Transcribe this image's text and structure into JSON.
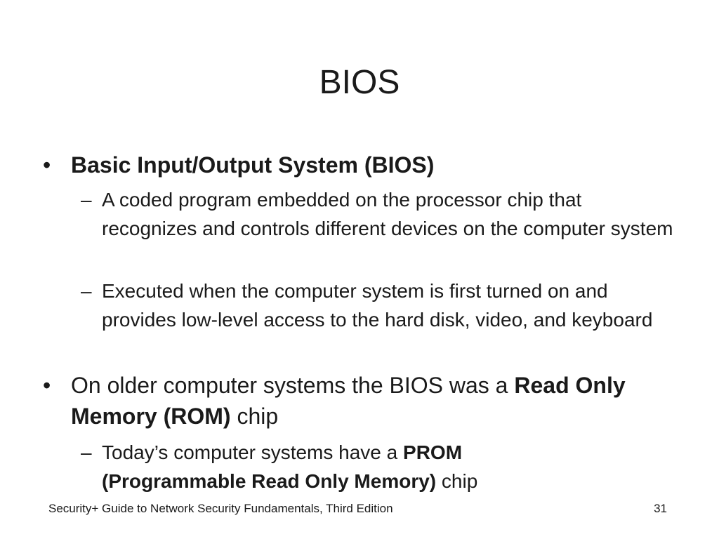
{
  "slide": {
    "title": "BIOS",
    "bullets": [
      {
        "marker": "•",
        "text_bold": "Basic Input/Output System (BIOS)",
        "subs": [
          {
            "marker": "–",
            "text": "A coded program embedded on the processor chip that recognizes and controls different devices on the computer system"
          },
          {
            "marker": "–",
            "text": "Executed when the computer system is first turned on and provides low-level access to the hard disk, video, and keyboard"
          }
        ]
      },
      {
        "marker": "•",
        "text_before": "On older computer systems the BIOS was a ",
        "text_bold": "Read Only Memory (ROM)",
        "text_after": " chip",
        "subs": [
          {
            "marker": "–",
            "text_before": "Today’s computer systems have a ",
            "text_bold": "PROM (Programmable Read Only Memory)",
            "text_after": " chip"
          }
        ]
      }
    ]
  },
  "footer": {
    "source": "Security+ Guide to Network Security Fundamentals, Third Edition",
    "page_number": "31"
  }
}
